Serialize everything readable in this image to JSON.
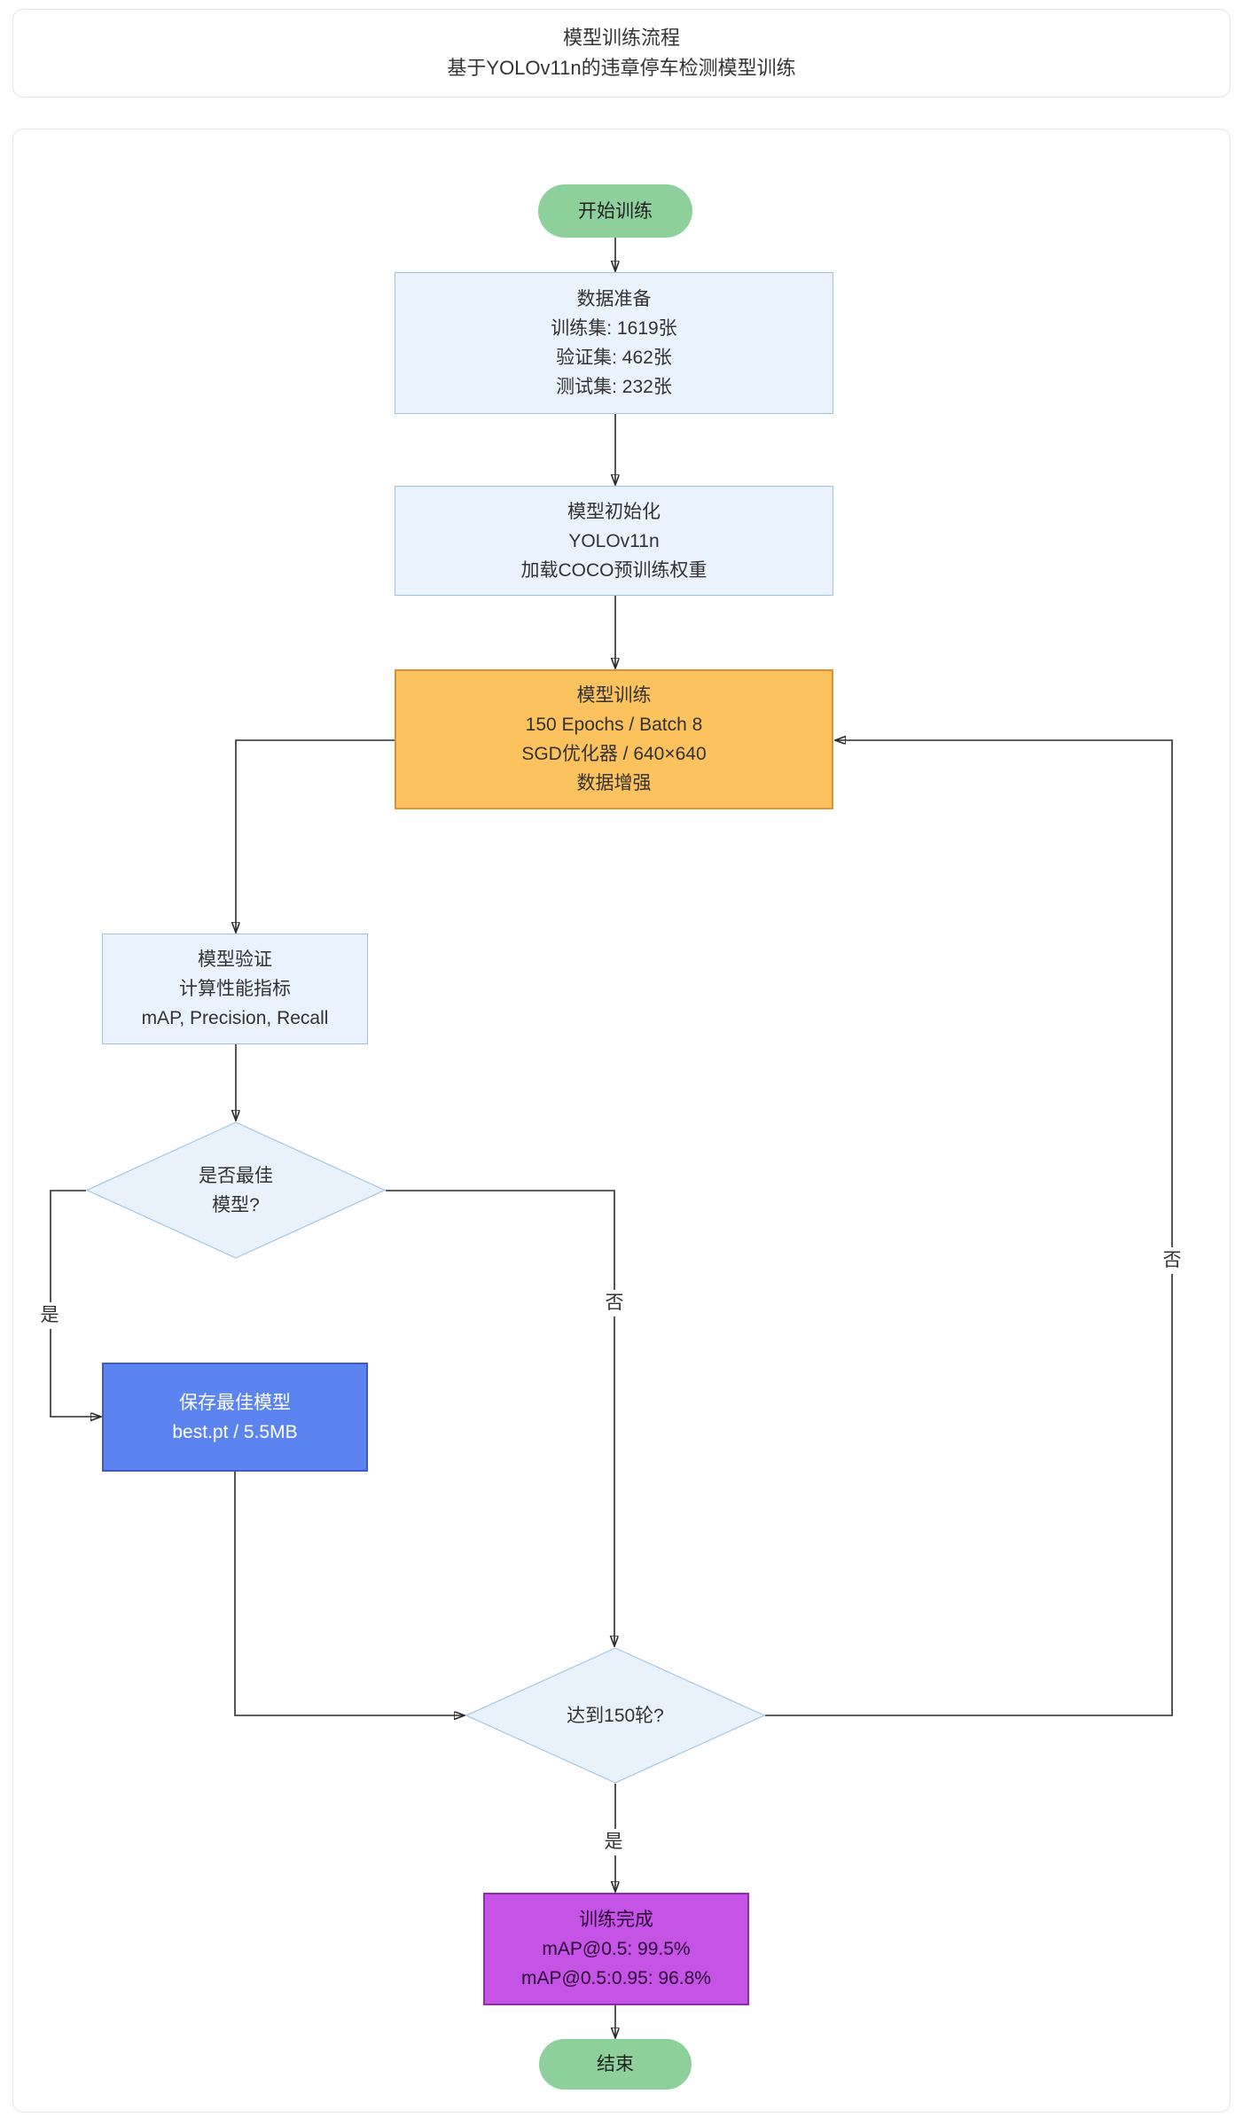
{
  "header": {
    "title_line1": "模型训练流程",
    "title_line2": "基于YOLOv11n的违章停车检测模型训练"
  },
  "flowchart": {
    "nodes": {
      "start": {
        "label": "开始训练"
      },
      "data_prep": {
        "lines": [
          "数据准备",
          "训练集: 1619张",
          "验证集: 462张",
          "测试集: 232张"
        ]
      },
      "model_init": {
        "lines": [
          "模型初始化",
          "YOLOv11n",
          "加载COCO预训练权重"
        ]
      },
      "training": {
        "lines": [
          "模型训练",
          "150 Epochs / Batch 8",
          "SGD优化器 / 640×640",
          "数据增强"
        ]
      },
      "validation": {
        "lines": [
          "模型验证",
          "计算性能指标",
          "mAP, Precision, Recall"
        ]
      },
      "best_check": {
        "lines": [
          "是否最佳",
          "模型?"
        ]
      },
      "save_best": {
        "lines": [
          "保存最佳模型",
          "best.pt / 5.5MB"
        ]
      },
      "epoch_check": {
        "label": "达到150轮?"
      },
      "complete": {
        "lines": [
          "训练完成",
          "mAP@0.5: 99.5%",
          "mAP@0.5:0.95: 96.8%"
        ]
      },
      "end": {
        "label": "结束"
      }
    },
    "edge_labels": {
      "yes_save": "是",
      "no_next": "否",
      "no_loop": "否",
      "yes_done": "是"
    },
    "colors": {
      "terminal_green": "#8dd09c",
      "process_light_blue_fill": "#eaf2fd",
      "process_light_blue_border": "#9cc3e8",
      "training_orange_fill": "#fbc25d",
      "training_orange_border": "#dd9038",
      "save_blue_fill": "#5b84f1",
      "save_blue_border": "#3a5bc8",
      "complete_magenta_fill": "#c554e6",
      "complete_magenta_border": "#8f2ba9",
      "diamond_fill": "#e9f1fb",
      "diamond_border": "#a5c6e8",
      "edge_color": "#2b2b2b"
    }
  }
}
